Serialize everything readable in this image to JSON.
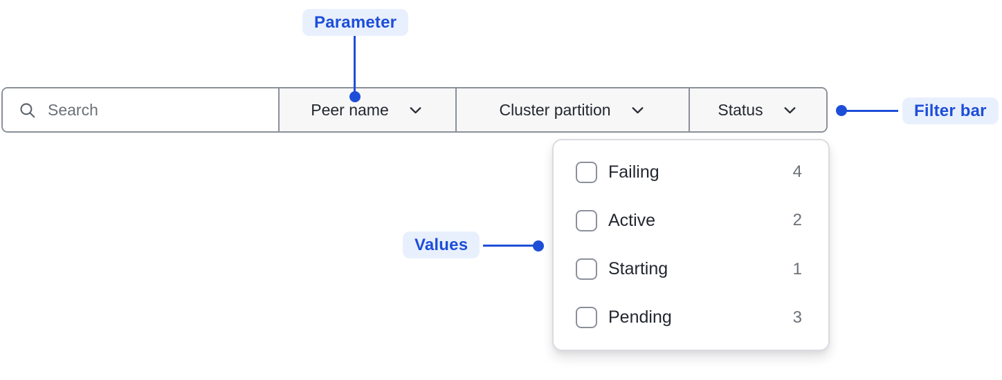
{
  "annotations": {
    "parameter": "Parameter",
    "filter_bar": "Filter bar",
    "values": "Values"
  },
  "colors": {
    "annotation_blue": "#1d4ed8",
    "annotation_background": "#e9f0fd",
    "bar_border_gray": "#8a8f98",
    "dropdown_background": "#f7f7f8",
    "text_dark": "#23272e",
    "text_muted": "#6a7076",
    "panel_border": "#dadce1"
  },
  "filter_bar": {
    "search": {
      "placeholder": "Search",
      "icon": "search-icon"
    },
    "dropdowns": [
      {
        "label": "Peer name",
        "icon": "chevron-down-icon"
      },
      {
        "label": "Cluster partition",
        "icon": "chevron-down-icon"
      },
      {
        "label": "Status",
        "icon": "chevron-down-icon",
        "expanded": true
      }
    ]
  },
  "status_menu": {
    "items": [
      {
        "label": "Failing",
        "count": "4",
        "checked": false
      },
      {
        "label": "Active",
        "count": "2",
        "checked": false
      },
      {
        "label": "Starting",
        "count": "1",
        "checked": false
      },
      {
        "label": "Pending",
        "count": "3",
        "checked": false
      }
    ]
  }
}
